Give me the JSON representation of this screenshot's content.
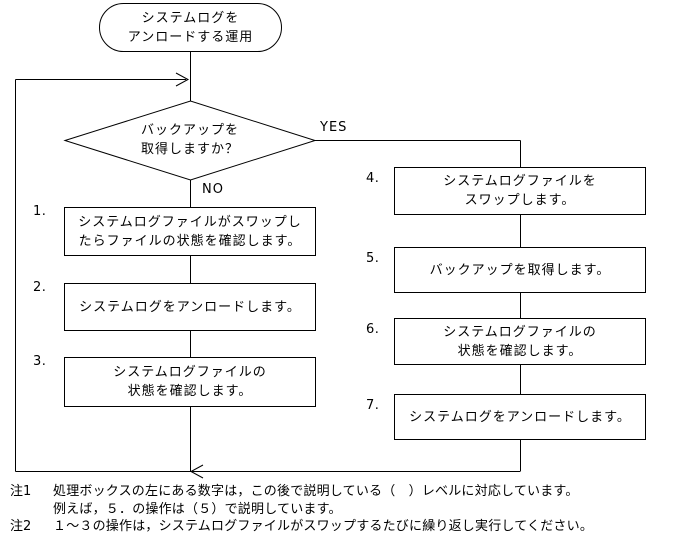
{
  "page": {
    "background_color": "#ffffff",
    "line_color": "#000000",
    "text_color": "#000000"
  },
  "flowchart": {
    "start": {
      "text": "システムログを\nアンロードする運用"
    },
    "decision": {
      "text": "バックアップを\n取得しますか？",
      "yes_label": "YES",
      "no_label": "NO"
    },
    "left_branch": [
      {
        "number": "1.",
        "text": "システムログファイルがスワップし\nたらファイルの状態を確認します。"
      },
      {
        "number": "2.",
        "text": "システムログをアンロードします。"
      },
      {
        "number": "3.",
        "text": "システムログファイルの\n状態を確認します。"
      }
    ],
    "right_branch": [
      {
        "number": "4.",
        "text": "システムログファイルを\nスワップします。"
      },
      {
        "number": "5.",
        "text": "バックアップを取得します。"
      },
      {
        "number": "6.",
        "text": "システムログファイルの\n状態を確認します。"
      },
      {
        "number": "7.",
        "text": "システムログをアンロードします。"
      }
    ]
  },
  "notes": [
    {
      "label": "注1",
      "text": "処理ボックスの左にある数字は，この後で説明している（　）レベルに対応しています。\n例えば，５．の操作は（５）で説明しています。"
    },
    {
      "label": "注2",
      "text": "１～３の操作は，システムログファイルがスワップするたびに繰り返し実行してください。"
    }
  ]
}
